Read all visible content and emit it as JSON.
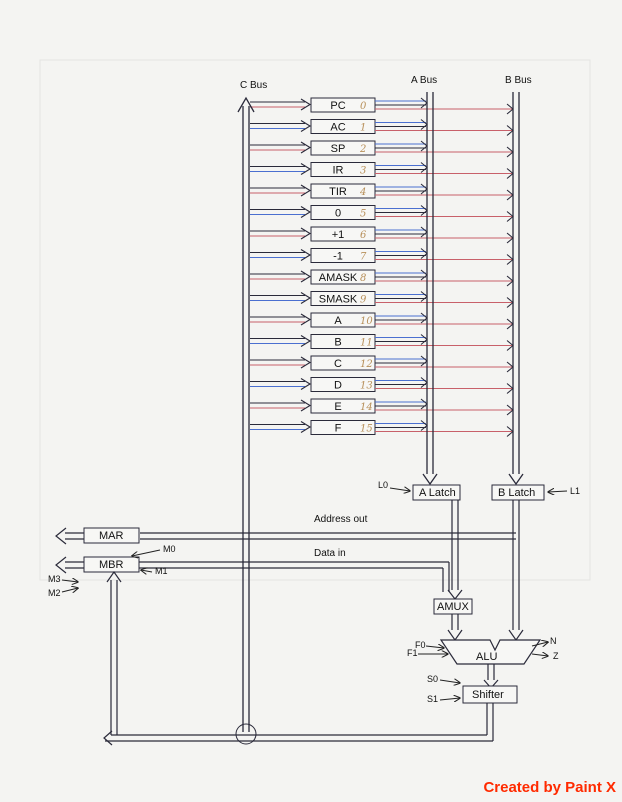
{
  "buses": {
    "c_bus": "C Bus",
    "a_bus": "A Bus",
    "b_bus": "B Bus"
  },
  "registers": [
    {
      "label": "PC",
      "num": "0"
    },
    {
      "label": "AC",
      "num": "1"
    },
    {
      "label": "SP",
      "num": "2"
    },
    {
      "label": "IR",
      "num": "3"
    },
    {
      "label": "TIR",
      "num": "4"
    },
    {
      "label": "0",
      "num": "5"
    },
    {
      "label": "+1",
      "num": "6"
    },
    {
      "label": "-1",
      "num": "7"
    },
    {
      "label": "AMASK",
      "num": "8"
    },
    {
      "label": "SMASK",
      "num": "9"
    },
    {
      "label": "A",
      "num": "10"
    },
    {
      "label": "B",
      "num": "11"
    },
    {
      "label": "C",
      "num": "12"
    },
    {
      "label": "D",
      "num": "13"
    },
    {
      "label": "E",
      "num": "14"
    },
    {
      "label": "F",
      "num": "15"
    }
  ],
  "components": {
    "a_latch": "A Latch",
    "b_latch": "B Latch",
    "mar": "MAR",
    "mbr": "MBR",
    "amux": "AMUX",
    "alu": "ALU",
    "shifter": "Shifter"
  },
  "signals": {
    "l0": "L0",
    "l1": "L1",
    "m0": "M0",
    "m1": "M1",
    "m2": "M2",
    "m3": "M3",
    "f0": "F0",
    "f1": "F1",
    "s0": "S0",
    "s1": "S1",
    "n": "N",
    "z": "Z"
  },
  "paths": {
    "address_out": "Address out",
    "data_in": "Data in"
  },
  "watermark": "Created by Paint X",
  "colors": {
    "line": "#2a2a3a",
    "box_fill": "#f7f7f5",
    "accent_blue": "#4a6fd0",
    "accent_red": "#c8606a",
    "watermark": "#ff2a00"
  }
}
